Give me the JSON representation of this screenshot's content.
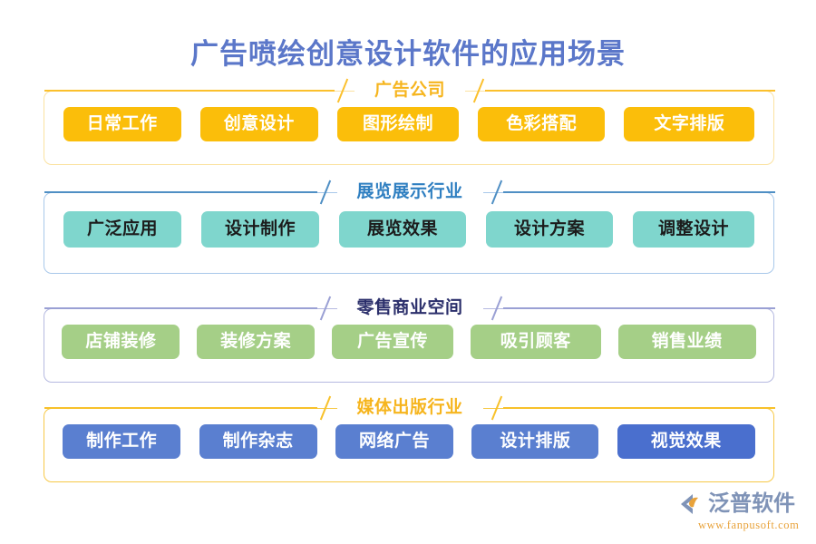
{
  "page": {
    "title": "广告喷绘创意设计软件的应用场景",
    "title_color": "#5b77c9",
    "background": "#ffffff"
  },
  "sections": [
    {
      "id": "advertising-company",
      "header": "广告公司",
      "header_color": "#f6b51e",
      "line_color": "#fbc02d",
      "border_color": "#fbe2a0",
      "pill_style": "yellow",
      "pill_bg": "#fbbe0a",
      "pill_text_color": "#ffffff",
      "items": [
        "日常工作",
        "创意设计",
        "图形绘制",
        "色彩搭配",
        "文字排版"
      ]
    },
    {
      "id": "exhibition-industry",
      "header": "展览展示行业",
      "header_color": "#2f7fc1",
      "line_color": "#4f8fc4",
      "border_color": "#a8c8ea",
      "pill_style": "teal",
      "pill_bg": "#7fd6cd",
      "pill_text_color": "#1c1c1c",
      "items": [
        "广泛应用",
        "设计制作",
        "展览效果",
        "设计方案",
        "调整设计"
      ]
    },
    {
      "id": "retail-commercial-space",
      "header": "零售商业空间",
      "header_color": "#2b2f6b",
      "line_color": "#9aa0d4",
      "border_color": "#b5b9e0",
      "pill_style": "green",
      "pill_bg": "#a5cf87",
      "pill_text_color": "#ffffff",
      "items": [
        "店铺装修",
        "装修方案",
        "广告宣传",
        "吸引顾客",
        "销售业绩"
      ]
    },
    {
      "id": "media-publishing-industry",
      "header": "媒体出版行业",
      "header_color": "#f6b51e",
      "line_color": "#f8c12a",
      "border_color": "#f7c948",
      "pill_style": "blue",
      "pill_bg": "#5a7fd0",
      "pill_accent_bg": "#4a6fce",
      "pill_text_color": "#ffffff",
      "items": [
        "制作工作",
        "制作杂志",
        "网络广告",
        "设计排版",
        "视觉效果"
      ]
    }
  ],
  "logo": {
    "name": "泛普软件",
    "url": "www.fanpusoft.com",
    "text_color": "#7f93b7",
    "url_color": "#e8a23a",
    "mark_color": "#7f93b7",
    "mark_accent": "#e8a23a"
  }
}
